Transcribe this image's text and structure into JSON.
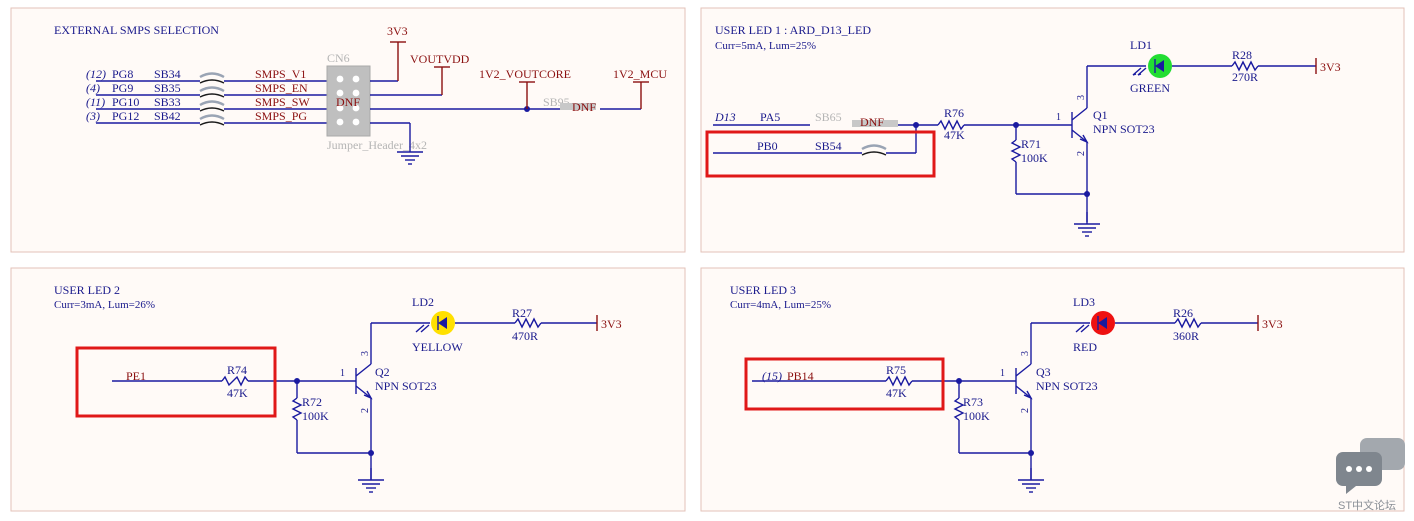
{
  "panels": {
    "smps": {
      "title": "EXTERNAL SMPS SELECTION",
      "rows": [
        {
          "pin": "(12)",
          "port": "PG8",
          "bridge": "SB34",
          "net": "SMPS_V1"
        },
        {
          "pin": "(4)",
          "port": "PG9",
          "bridge": "SB35",
          "net": "SMPS_EN"
        },
        {
          "pin": "(11)",
          "port": "PG10",
          "bridge": "SB33",
          "net": "SMPS_SW"
        },
        {
          "pin": "(3)",
          "port": "PG12",
          "bridge": "SB42",
          "net": "SMPS_PG"
        }
      ],
      "connector_ref": "CN6",
      "connector_dnf": "DNF",
      "connector_value": "Jumper_Header_4x2",
      "net_3v3": "3V3",
      "net_voutvdd": "VOUTVDD",
      "net_voutcore": "1V2_VOUTCORE",
      "net_mcu": "1V2_MCU",
      "sb95": "SB95",
      "sb95_dnf": "DNF"
    },
    "led1": {
      "title": "USER LED 1 : ARD_D13_LED",
      "subtitle": "Curr=5mA, Lum=25%",
      "d13": "D13",
      "pa5": "PA5",
      "sb65": "SB65",
      "sb65_dnf": "DNF",
      "pb0": "PB0",
      "sb54": "SB54",
      "r_base_ref": "R76",
      "r_base_val": "47K",
      "r_pull_ref": "R71",
      "r_pull_val": "100K",
      "q_ref": "Q1",
      "q_val": "NPN SOT23",
      "pin1": "1",
      "pin2": "2",
      "pin3": "3",
      "led_ref": "LD1",
      "led_color": "GREEN",
      "r_led_ref": "R28",
      "r_led_val": "270R",
      "supply": "3V3"
    },
    "led2": {
      "title": "USER LED 2",
      "subtitle": "Curr=3mA, Lum=26%",
      "signal": "PE1",
      "r_base_ref": "R74",
      "r_base_val": "47K",
      "r_pull_ref": "R72",
      "r_pull_val": "100K",
      "q_ref": "Q2",
      "q_val": "NPN SOT23",
      "pin1": "1",
      "pin2": "2",
      "pin3": "3",
      "led_ref": "LD2",
      "led_color": "YELLOW",
      "r_led_ref": "R27",
      "r_led_val": "470R",
      "supply": "3V3"
    },
    "led3": {
      "title": "USER LED 3",
      "subtitle": "Curr=4mA, Lum=25%",
      "pin_num": "(15)",
      "signal": "PB14",
      "r_base_ref": "R75",
      "r_base_val": "47K",
      "r_pull_ref": "R73",
      "r_pull_val": "100K",
      "q_ref": "Q3",
      "q_val": "NPN SOT23",
      "pin1": "1",
      "pin2": "2",
      "pin3": "3",
      "led_ref": "LD3",
      "led_color": "RED",
      "r_led_ref": "R26",
      "r_led_val": "360R",
      "supply": "3V3"
    }
  },
  "colors": {
    "wire": "#1a1aa0",
    "net_label": "#8b1010",
    "highlight": "#e01818",
    "led_green": "#22dd33",
    "led_yellow": "#ffe000",
    "led_red": "#ee1111"
  },
  "watermark": {
    "icon": "chat-bubbles-icon",
    "text": "ST中文论坛"
  }
}
